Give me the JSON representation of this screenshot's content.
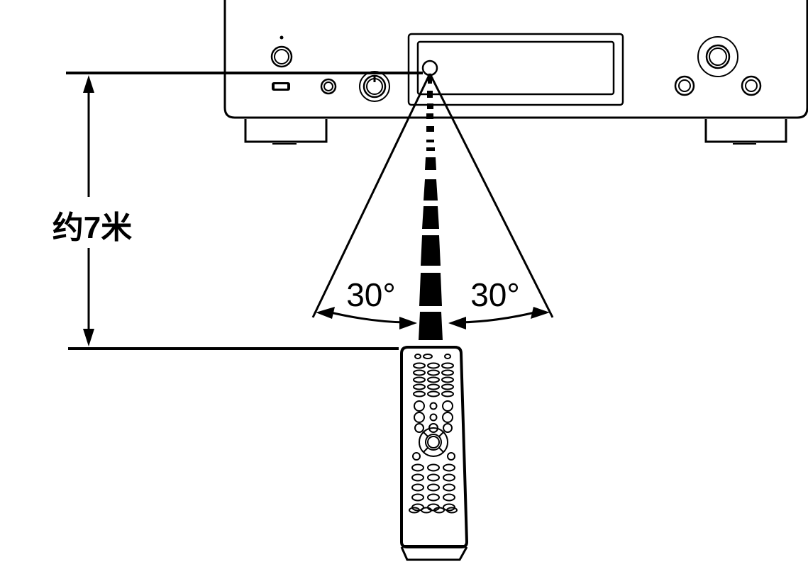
{
  "diagram": {
    "type": "remote-control-operating-range",
    "distance_label": "约7米",
    "angle_left_label": "30°",
    "angle_right_label": "30°",
    "line_color": "#000000",
    "background": "#ffffff"
  },
  "device": {
    "name": "audio-player-front-panel",
    "parts": [
      "power-button",
      "power-indicator",
      "usb-port",
      "headphone-jack",
      "volume-knob",
      "display-window",
      "remote-sensor",
      "jog-dial",
      "left-button",
      "right-button",
      "left-foot",
      "right-foot"
    ]
  },
  "remote": {
    "name": "remote-control",
    "parts": [
      "button-grid",
      "directional-pad",
      "enter-button"
    ]
  }
}
